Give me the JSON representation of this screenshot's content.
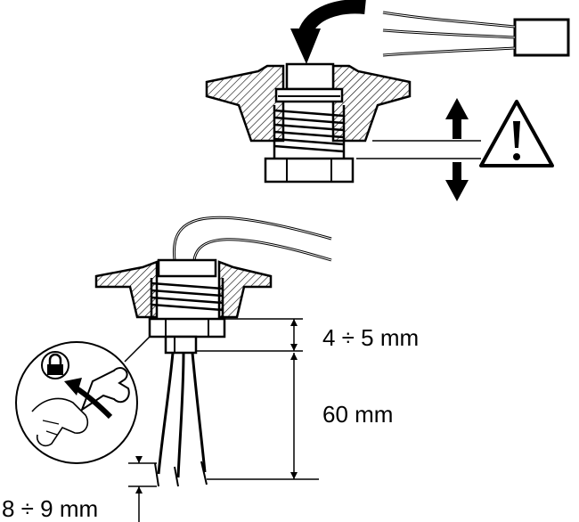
{
  "labels": {
    "dim_top": "4 ÷ 5 mm",
    "dim_middle": "60 mm",
    "dim_bottom": "8 ÷ 9 mm"
  },
  "icons": {
    "warning": "warning-triangle-icon",
    "lock": "padlock-icon",
    "wrench": "wrench-icon",
    "direction": "up-down-arrows-icon",
    "insert": "curved-arrow-icon"
  },
  "colors": {
    "ink": "#000000",
    "paper": "#ffffff"
  }
}
